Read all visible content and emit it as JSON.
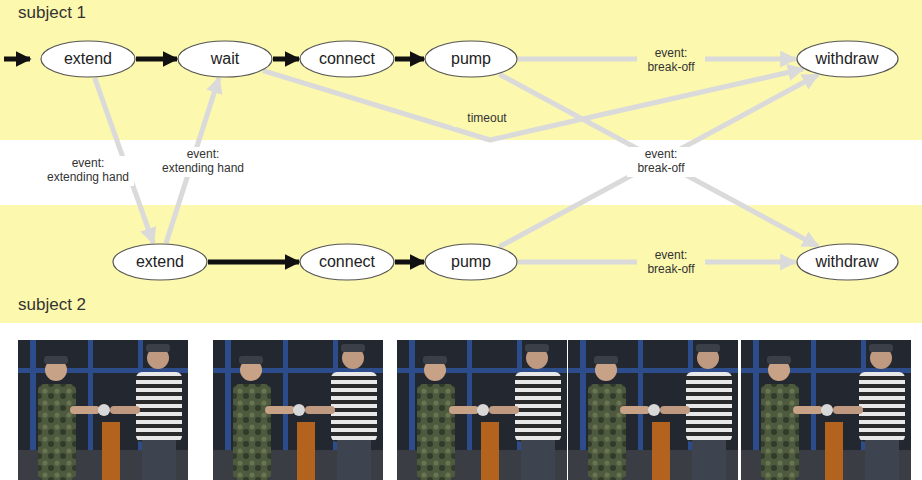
{
  "diagram": {
    "nodes": [
      {
        "text": [
          "subject 1"
        ]
      },
      {
        "text": [
          "extend"
        ],
        "in": 0
      },
      {
        "text": [
          "wait"
        ],
        "in": 0
      },
      {
        "text": [
          "connect"
        ],
        "in": 0
      },
      {
        "text": [
          "pump"
        ],
        "in": 0
      },
      {
        "text": [
          "withdraw"
        ],
        "in": 0
      },
      {
        "text": [
          "subject 2"
        ]
      },
      {
        "text": [
          "extend"
        ],
        "in": 6
      },
      {
        "text": [
          "connect"
        ],
        "in": 6
      },
      {
        "text": [
          "pump"
        ],
        "in": 6
      },
      {
        "text": [
          "withdraw"
        ],
        "in": 6
      }
    ],
    "edges": [
      {
        "from": 1,
        "to": 2,
        "arrow": "to"
      },
      {
        "from": 2,
        "to": 3,
        "arrow": "to"
      },
      {
        "from": 3,
        "to": 4,
        "arrow": "to"
      },
      {
        "from": 4,
        "to": 5,
        "arrow": "to",
        "label": "event: break-off"
      },
      {
        "from": 2,
        "to": 5,
        "arrow": "to",
        "label": "timeout"
      },
      {
        "from": 1,
        "to": 7,
        "arrow": "to",
        "label": "event: extending hand"
      },
      {
        "from": 7,
        "to": 2,
        "arrow": "to",
        "label": "event: extending hand"
      },
      {
        "from": 7,
        "to": 8,
        "arrow": "to"
      },
      {
        "from": 8,
        "to": 9,
        "arrow": "to"
      },
      {
        "from": 9,
        "to": 10,
        "arrow": "to",
        "label": "event: break-off"
      },
      {
        "from": 4,
        "to": 10,
        "arrow": "to",
        "label": "event: break-off"
      },
      {
        "from": 9,
        "to": 5,
        "arrow": "to"
      }
    ]
  }
}
